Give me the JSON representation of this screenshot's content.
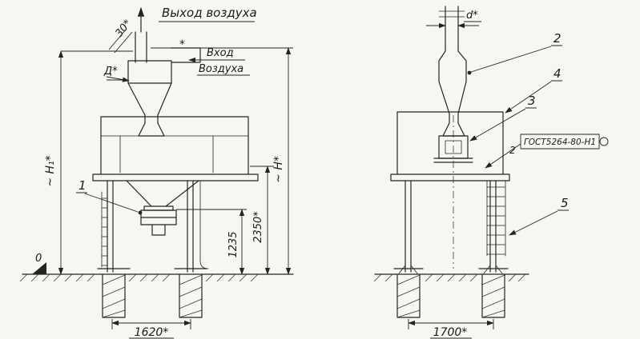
{
  "front_view": {
    "air_outlet_label": "Выход воздуха",
    "air_inlet_label_line1": "Вход",
    "air_inlet_label_line2": "Воздуха",
    "inlet_star": "*",
    "pipe_angle_dim": "30*",
    "cyclone_diameter_dim": "Д*",
    "height_h1_dim": "~ H₁*",
    "height_h_dim": "~ H*",
    "dim_2350": "2350*",
    "dim_1235": "1235",
    "dim_1620": "1620*",
    "ground_datum": "0",
    "item_1": "1"
  },
  "side_view": {
    "pipe_diameter_dim": "d*",
    "item_2": "2",
    "item_3": "3",
    "item_4": "4",
    "item_5": "5",
    "weld_spec": "ГОСТ5264-80-Н1",
    "weld_number": "2",
    "dim_1700": "1700*"
  }
}
